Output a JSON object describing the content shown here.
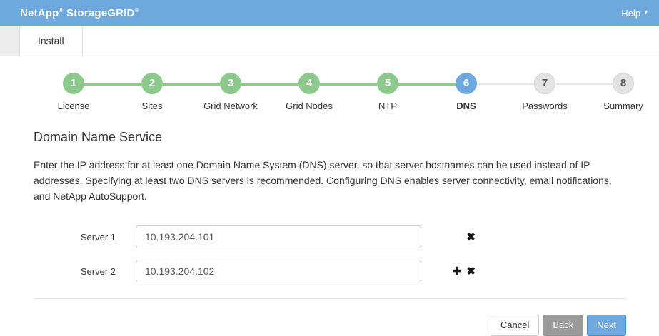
{
  "header": {
    "brand_1": "NetApp",
    "brand_2": "StorageGRID",
    "reg": "®",
    "help_label": "Help"
  },
  "icons": {
    "caret_down": "▾",
    "plus": "✚",
    "remove": "✖"
  },
  "tabs": {
    "install_label": "Install"
  },
  "wizard": {
    "steps": [
      {
        "number": "1",
        "label": "License",
        "status": "complete"
      },
      {
        "number": "2",
        "label": "Sites",
        "status": "complete"
      },
      {
        "number": "3",
        "label": "Grid Network",
        "status": "complete"
      },
      {
        "number": "4",
        "label": "Grid Nodes",
        "status": "complete"
      },
      {
        "number": "5",
        "label": "NTP",
        "status": "complete"
      },
      {
        "number": "6",
        "label": "DNS",
        "status": "current"
      },
      {
        "number": "7",
        "label": "Passwords",
        "status": "pending"
      },
      {
        "number": "8",
        "label": "Summary",
        "status": "pending"
      }
    ]
  },
  "content": {
    "title": "Domain Name Service",
    "description": "Enter the IP address for at least one Domain Name System (DNS) server, so that server hostnames can be used instead of IP addresses. Specifying at least two DNS servers is recommended. Configuring DNS enables server connectivity, email notifications, and NetApp AutoSupport."
  },
  "form": {
    "rows": [
      {
        "label": "Server 1",
        "value": "10.193.204.101"
      },
      {
        "label": "Server 2",
        "value": "10.193.204.102"
      }
    ]
  },
  "footer": {
    "cancel_label": "Cancel",
    "back_label": "Back",
    "next_label": "Next"
  },
  "colors": {
    "header_blue": "#6fa8dc",
    "step_green": "#8dc88d",
    "step_current_blue": "#6fa8dc",
    "step_pending_gray": "#e3e3e3",
    "next_button_blue": "#6fa8dc",
    "back_button_gray": "#9b9b9b"
  }
}
